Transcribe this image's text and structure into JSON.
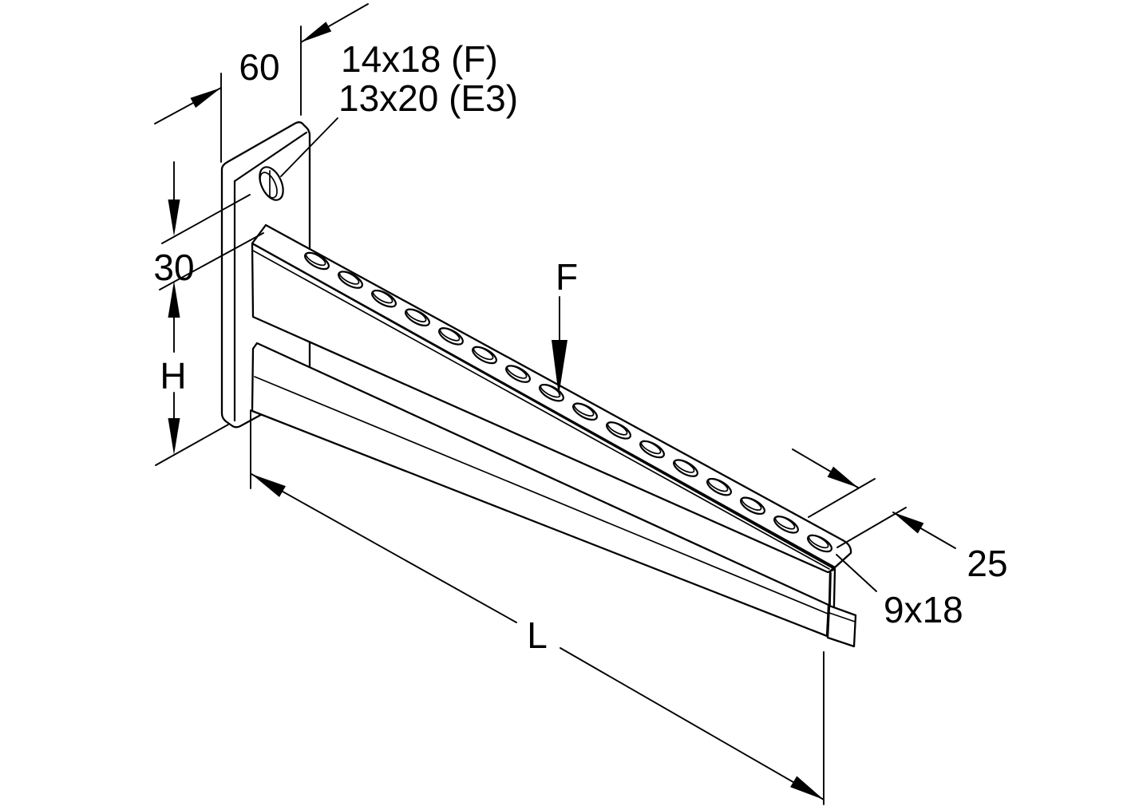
{
  "drawing": {
    "type": "isometric technical drawing - wall cantilever bracket",
    "labels": {
      "top_width": "60",
      "hole_size_f": "14x18 (F)",
      "hole_size_e3": "13x20 (E3)",
      "hole_offset": "30",
      "height": "H",
      "force": "F",
      "length": "L",
      "end_width": "25",
      "arm_slot_size": "9x18"
    },
    "colors": {
      "line": "#000000",
      "background": "#ffffff"
    }
  }
}
